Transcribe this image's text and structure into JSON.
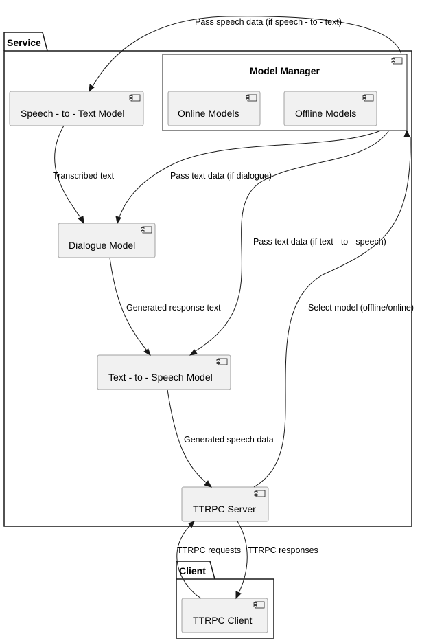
{
  "packages": {
    "service": "Service",
    "client": "Client"
  },
  "components": {
    "model_manager": "Model Manager",
    "online_models": "Online Models",
    "offline_models": "Offline Models",
    "speech_to_text": "Speech - to - Text Model",
    "dialogue": "Dialogue Model",
    "text_to_speech": "Text - to - Speech Model",
    "ttrpc_server": "TTRPC Server",
    "ttrpc_client": "TTRPC Client"
  },
  "edges": {
    "pass_speech": "Pass speech data (if speech - to - text)",
    "transcribed": "Transcribed text",
    "pass_text_dialogue": "Pass text data (if dialogue)",
    "pass_text_tts": "Pass text data (if text - to - speech)",
    "generated_response": "Generated response text",
    "select_model": "Select model (offline/online)",
    "generated_speech": "Generated speech data",
    "ttrpc_requests": "TTRPC requests",
    "ttrpc_responses": "TTRPC responses"
  },
  "icons": {
    "component": "component-icon"
  }
}
